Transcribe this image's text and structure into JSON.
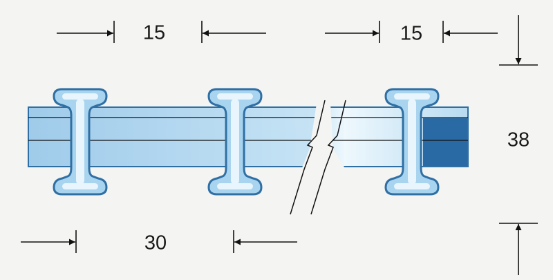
{
  "dimensions": {
    "top_left_spacing": "15",
    "top_right_spacing": "15",
    "bottom_pitch": "30",
    "overall_height": "38"
  },
  "colors": {
    "background": "#f4f4f3",
    "profile_outline": "#2f6fa3",
    "profile_fill": "#a9d4ef",
    "profile_highlight": "#e8f5fc",
    "bar_fill": "#a9d2ef",
    "bar_dark_end": "#2a6aa4",
    "line": "#111111"
  },
  "icons": [
    "dimension-arrow-icon",
    "break-line-icon"
  ]
}
